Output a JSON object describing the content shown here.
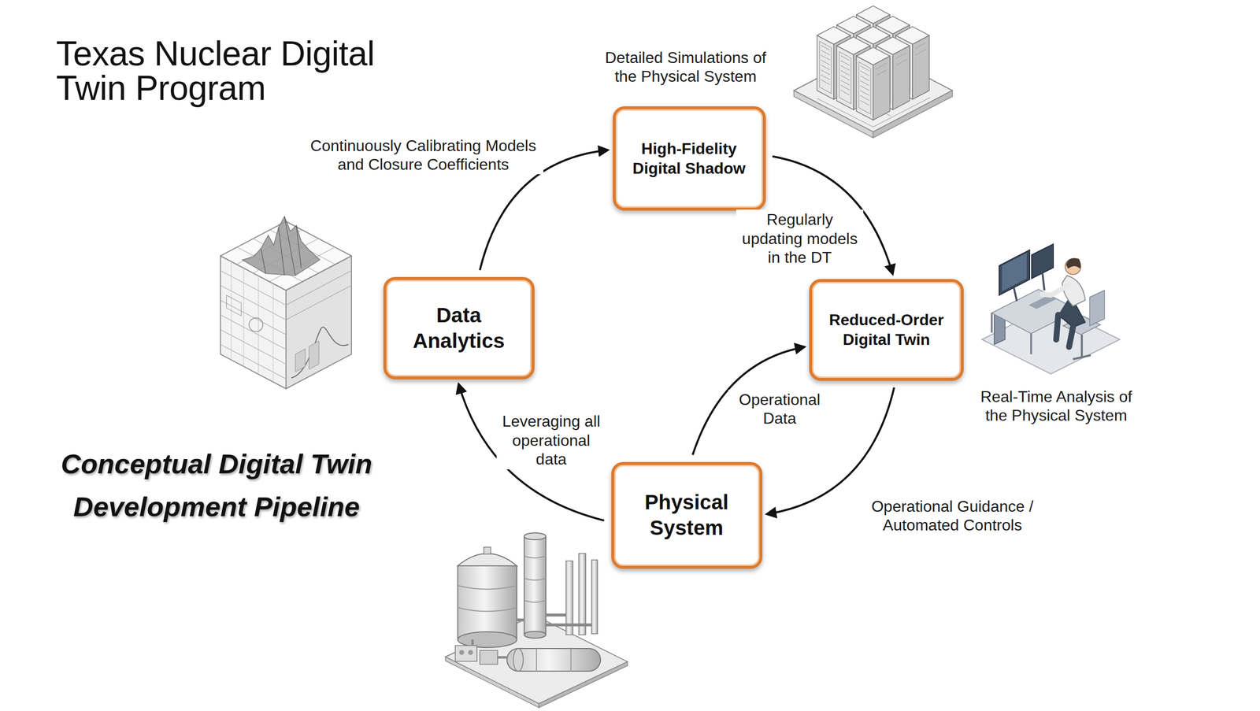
{
  "diagram": {
    "title": "Texas Nuclear Digital Twin Program",
    "caption": "Conceptual Digital Twin Development Pipeline",
    "nodes": [
      {
        "text": [
          "High-Fidelity Digital Shadow"
        ]
      },
      {
        "text": [
          "Data Analytics"
        ]
      },
      {
        "text": [
          "Reduced-Order Digital Twin"
        ]
      },
      {
        "text": [
          "Physical System"
        ]
      }
    ],
    "edges": [
      {
        "from": 1,
        "to": 0,
        "arrow": "to",
        "label": "Continuously Calibrating Models and Closure Coefficients"
      },
      {
        "from": 0,
        "to": 2,
        "arrow": "to",
        "label": "Regularly updating models in the DT"
      },
      {
        "from": 3,
        "to": 2,
        "arrow": "to",
        "label": "Operational Data"
      },
      {
        "from": 2,
        "to": 3,
        "arrow": "to",
        "label": "Operational Guidance / Automated Controls"
      },
      {
        "from": 3,
        "to": 1,
        "arrow": "to",
        "label": "Leveraging all operational data"
      }
    ],
    "labels": [
      "Detailed Simulations of the Physical System",
      "Real-Time Analysis of the Physical System"
    ]
  }
}
